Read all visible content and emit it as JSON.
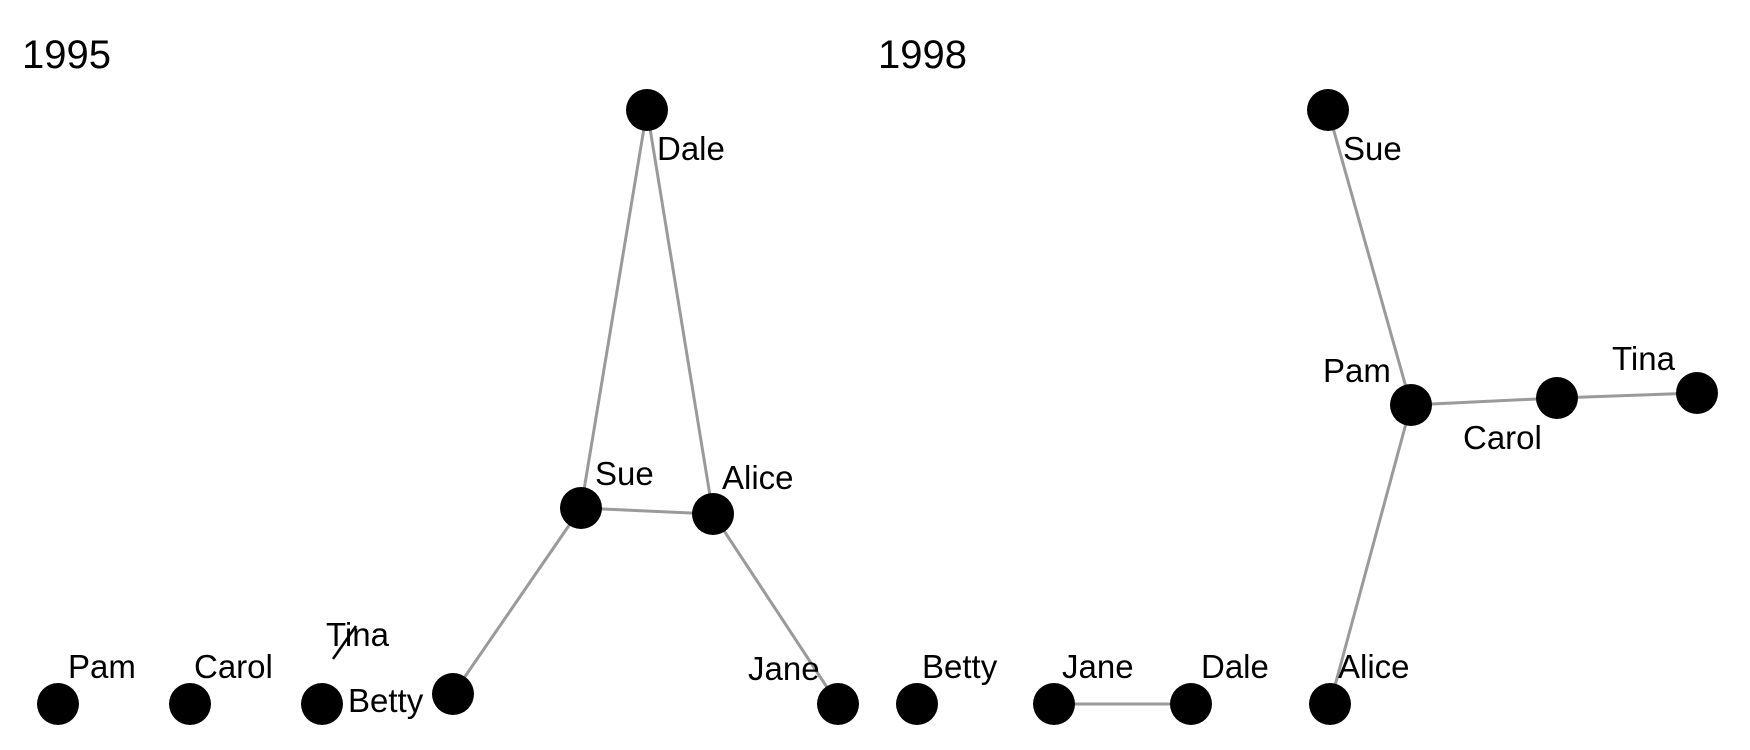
{
  "panels": [
    {
      "title": "1995",
      "nodes": [
        {
          "id": "dale",
          "label": "Dale"
        },
        {
          "id": "sue",
          "label": "Sue"
        },
        {
          "id": "alice",
          "label": "Alice"
        },
        {
          "id": "betty",
          "label": "Betty"
        },
        {
          "id": "jane",
          "label": "Jane"
        },
        {
          "id": "pam",
          "label": "Pam"
        },
        {
          "id": "carol",
          "label": "Carol"
        },
        {
          "id": "tina",
          "label": "Tina"
        }
      ],
      "edges": [
        {
          "from": "dale",
          "to": "sue"
        },
        {
          "from": "dale",
          "to": "alice"
        },
        {
          "from": "sue",
          "to": "alice"
        },
        {
          "from": "sue",
          "to": "betty"
        },
        {
          "from": "alice",
          "to": "jane"
        }
      ]
    },
    {
      "title": "1998",
      "nodes": [
        {
          "id": "sue",
          "label": "Sue"
        },
        {
          "id": "pam",
          "label": "Pam"
        },
        {
          "id": "carol",
          "label": "Carol"
        },
        {
          "id": "tina",
          "label": "Tina"
        },
        {
          "id": "alice",
          "label": "Alice"
        },
        {
          "id": "betty",
          "label": "Betty"
        },
        {
          "id": "jane",
          "label": "Jane"
        },
        {
          "id": "dale",
          "label": "Dale"
        }
      ],
      "edges": [
        {
          "from": "sue",
          "to": "pam"
        },
        {
          "from": "pam",
          "to": "carol"
        },
        {
          "from": "carol",
          "to": "tina"
        },
        {
          "from": "pam",
          "to": "alice"
        },
        {
          "from": "jane",
          "to": "dale"
        }
      ]
    }
  ],
  "colors": {
    "node": "#000000",
    "edge": "#9a9a9a",
    "label": "#000000"
  }
}
